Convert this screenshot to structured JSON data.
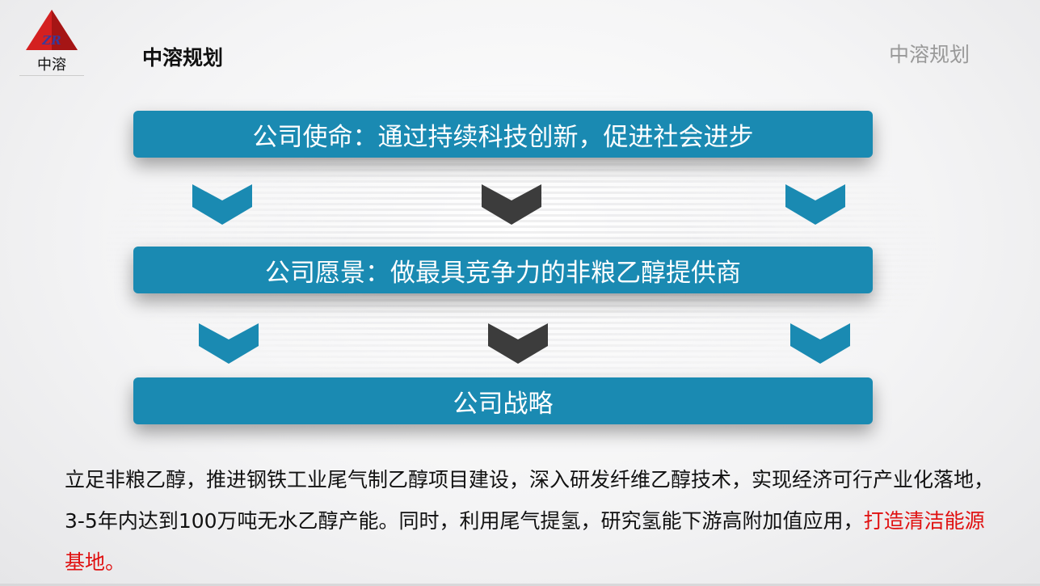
{
  "logo": {
    "letters": "ZR",
    "name": "中溶"
  },
  "header": {
    "title": "中溶规划",
    "right_title": "中溶规划"
  },
  "boxes": {
    "mission": "公司使命：通过持续科技创新，促进社会进步",
    "vision": "公司愿景：做最具竞争力的非粮乙醇提供商",
    "strategy": "公司战略"
  },
  "description": {
    "text": "立足非粮乙醇，推进钢铁工业尾气制乙醇项目建设，深入研发纤维乙醇技术，实现经济可行产业化落地， 3-5年内达到100万吨无水乙醇产能。同时，利用尾气提氢，研究氢能下游高附加值应用，",
    "highlight": "打造清洁能源基地。"
  },
  "colors": {
    "box": "#1a8ab2",
    "chevron_side": "#1a8ab2",
    "chevron_mid": "#3c3c3c",
    "highlight": "#e01010"
  }
}
